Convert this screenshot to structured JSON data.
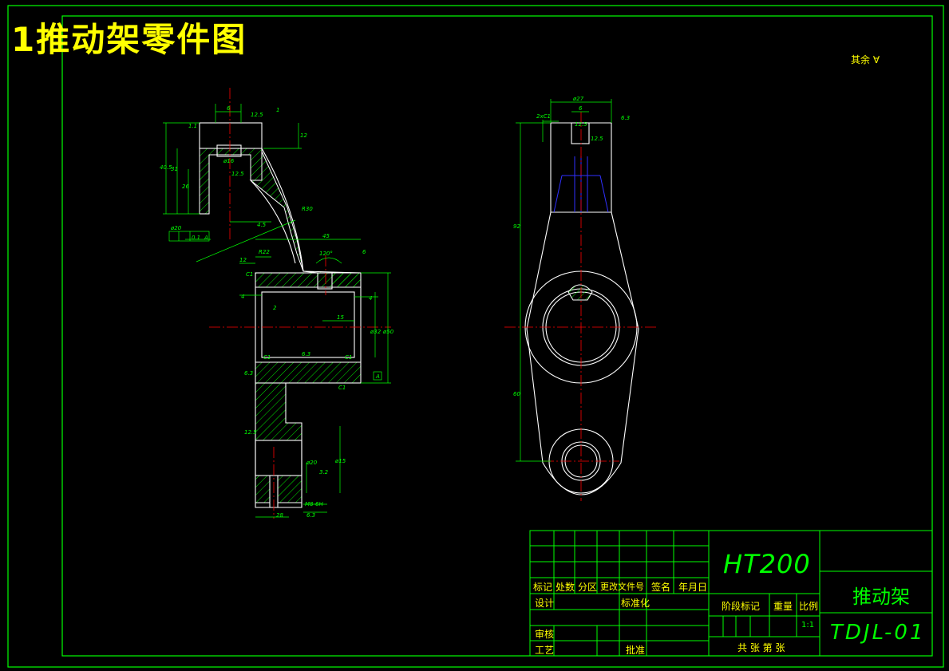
{
  "title": "1推动架零件图",
  "roughness_note": "其余",
  "title_block": {
    "material": "HT200",
    "part_name": "推动架",
    "drawing_number": "TDJL-01",
    "headers": [
      "标记",
      "处数",
      "分区",
      "更改文件号",
      "签名",
      "年月日"
    ],
    "design": "设计",
    "standardize": "标准化",
    "review": "审核",
    "process": "工艺",
    "approve": "批准",
    "stage_mark": "阶段标记",
    "weight": "重量",
    "scale_label": "比例",
    "scale_value": "1:1",
    "sheets": "共 张  第 张"
  },
  "dimensions": {
    "left_view": [
      "6",
      "12.5",
      "1",
      "12",
      "1.1",
      "40.5",
      "31",
      "26",
      "ø16",
      "12.5",
      "R30",
      "ø20",
      "0.1",
      "A",
      "4.5",
      "12",
      "C1",
      "R22",
      "45",
      "120°",
      "6",
      "4",
      "4",
      "2",
      "15",
      "ø32",
      "ø50",
      "6.3",
      "C1",
      "C1",
      "C1",
      "A",
      "6.3",
      "12.5",
      "3.2",
      "ø15",
      "ø20",
      "M8-6H",
      "28",
      "6.3"
    ],
    "right_view": [
      "ø27",
      "6",
      "2xC1",
      "6.3",
      "12.5",
      "12.5",
      "92",
      "60"
    ]
  },
  "colors": {
    "frame": "#00ff00",
    "title": "#ffff00",
    "centerline": "#ff0000",
    "hidden": "#3030ff",
    "outline": "#ffffff"
  }
}
